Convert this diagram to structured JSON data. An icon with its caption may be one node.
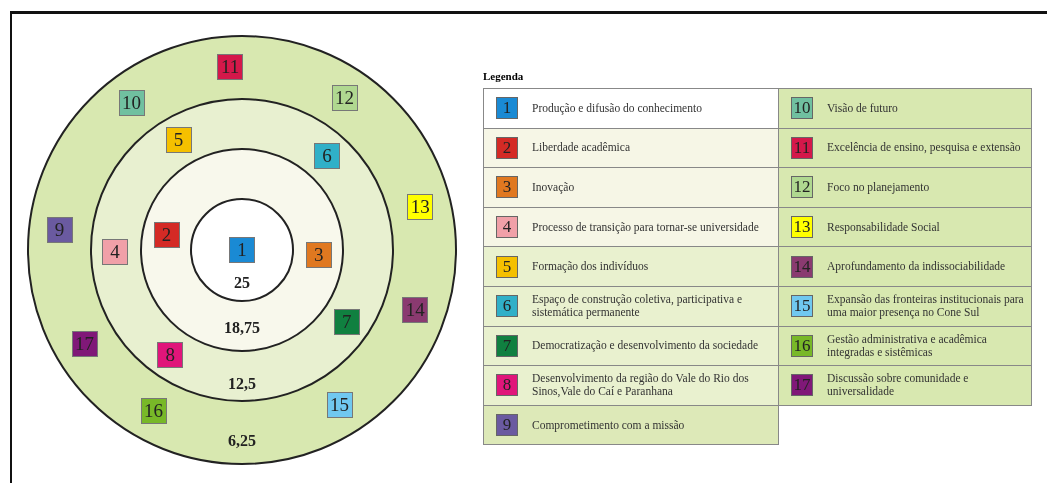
{
  "diagram": {
    "nodes": [
      {
        "text": [
          "6,25"
        ]
      },
      {
        "text": [
          "12,5"
        ],
        "in": 0
      },
      {
        "text": [
          "18,75"
        ],
        "in": 1
      },
      {
        "text": [
          "25"
        ],
        "in": 2
      },
      {
        "text": [
          "1"
        ],
        "in": 3
      },
      {
        "text": [
          "2"
        ],
        "in": 2
      },
      {
        "text": [
          "3"
        ],
        "in": 2
      },
      {
        "text": [
          "4"
        ],
        "in": 1
      },
      {
        "text": [
          "5"
        ],
        "in": 1
      },
      {
        "text": [
          "6"
        ],
        "in": 1
      },
      {
        "text": [
          "7"
        ],
        "in": 1
      },
      {
        "text": [
          "8"
        ],
        "in": 1
      },
      {
        "text": [
          "9"
        ],
        "in": 0
      },
      {
        "text": [
          "10"
        ],
        "in": 0
      },
      {
        "text": [
          "11"
        ],
        "in": 0
      },
      {
        "text": [
          "12"
        ],
        "in": 0
      },
      {
        "text": [
          "13"
        ],
        "in": 0
      },
      {
        "text": [
          "14"
        ],
        "in": 0
      },
      {
        "text": [
          "15"
        ],
        "in": 0
      },
      {
        "text": [
          "16"
        ],
        "in": 0
      },
      {
        "text": [
          "17"
        ],
        "in": 0
      }
    ],
    "labels": [
      "Legenda",
      "1",
      "2",
      "3",
      "4",
      "5",
      "6",
      "7",
      "8",
      "9",
      "10",
      "11",
      "12",
      "13",
      "14",
      "15",
      "16",
      "17"
    ],
    "legend": [
      {
        "text": "Produção e difusão do conhecimento",
        "color": "#1a8ad4"
      },
      {
        "text": "Liberdade acadêmica",
        "color": "#d42a25"
      },
      {
        "text": "Inovação",
        "color": "#e07820"
      },
      {
        "text": "Processo de transição para tornar-se universidade",
        "color": "#f0a0a8"
      },
      {
        "text": "Formação dos indivíduos",
        "color": "#f5c000"
      },
      {
        "text": "Espaço de construção coletiva, participativa e sistemática permanente",
        "color": "#30b0c8"
      },
      {
        "text": "Democratização e desenvolvimento da sociedade",
        "color": "#108040"
      },
      {
        "text": "Desenvolvimento da região do Vale do Rio dos Sinos,Vale do Caí e Paranhana",
        "color": "#e0157a"
      },
      {
        "text": "Comprometimento com a missão",
        "color": "#6a5aa0"
      },
      {
        "text": "Visão de futuro",
        "color": "#70c0a0"
      },
      {
        "text": "Excelência de ensino, pesquisa e extensão",
        "color": "#d4184a"
      },
      {
        "text": "Foco no planejamento",
        "color": "#b0d890"
      },
      {
        "text": "Responsabilidade Social",
        "color": "#ffff00"
      },
      {
        "text": "Aprofundamento da indissociabilidade",
        "color": "#8a3a70"
      },
      {
        "text": "Expansão das fronteiras institucionais para uma maior presença no Cone Sul",
        "color": "#70c8f0"
      },
      {
        "text": "Gestão administrativa e acadêmica integradas e sistêmicas",
        "color": "#78b828"
      },
      {
        "text": "Discussão sobre comunidade e universalidade",
        "color": "#801878"
      }
    ]
  }
}
